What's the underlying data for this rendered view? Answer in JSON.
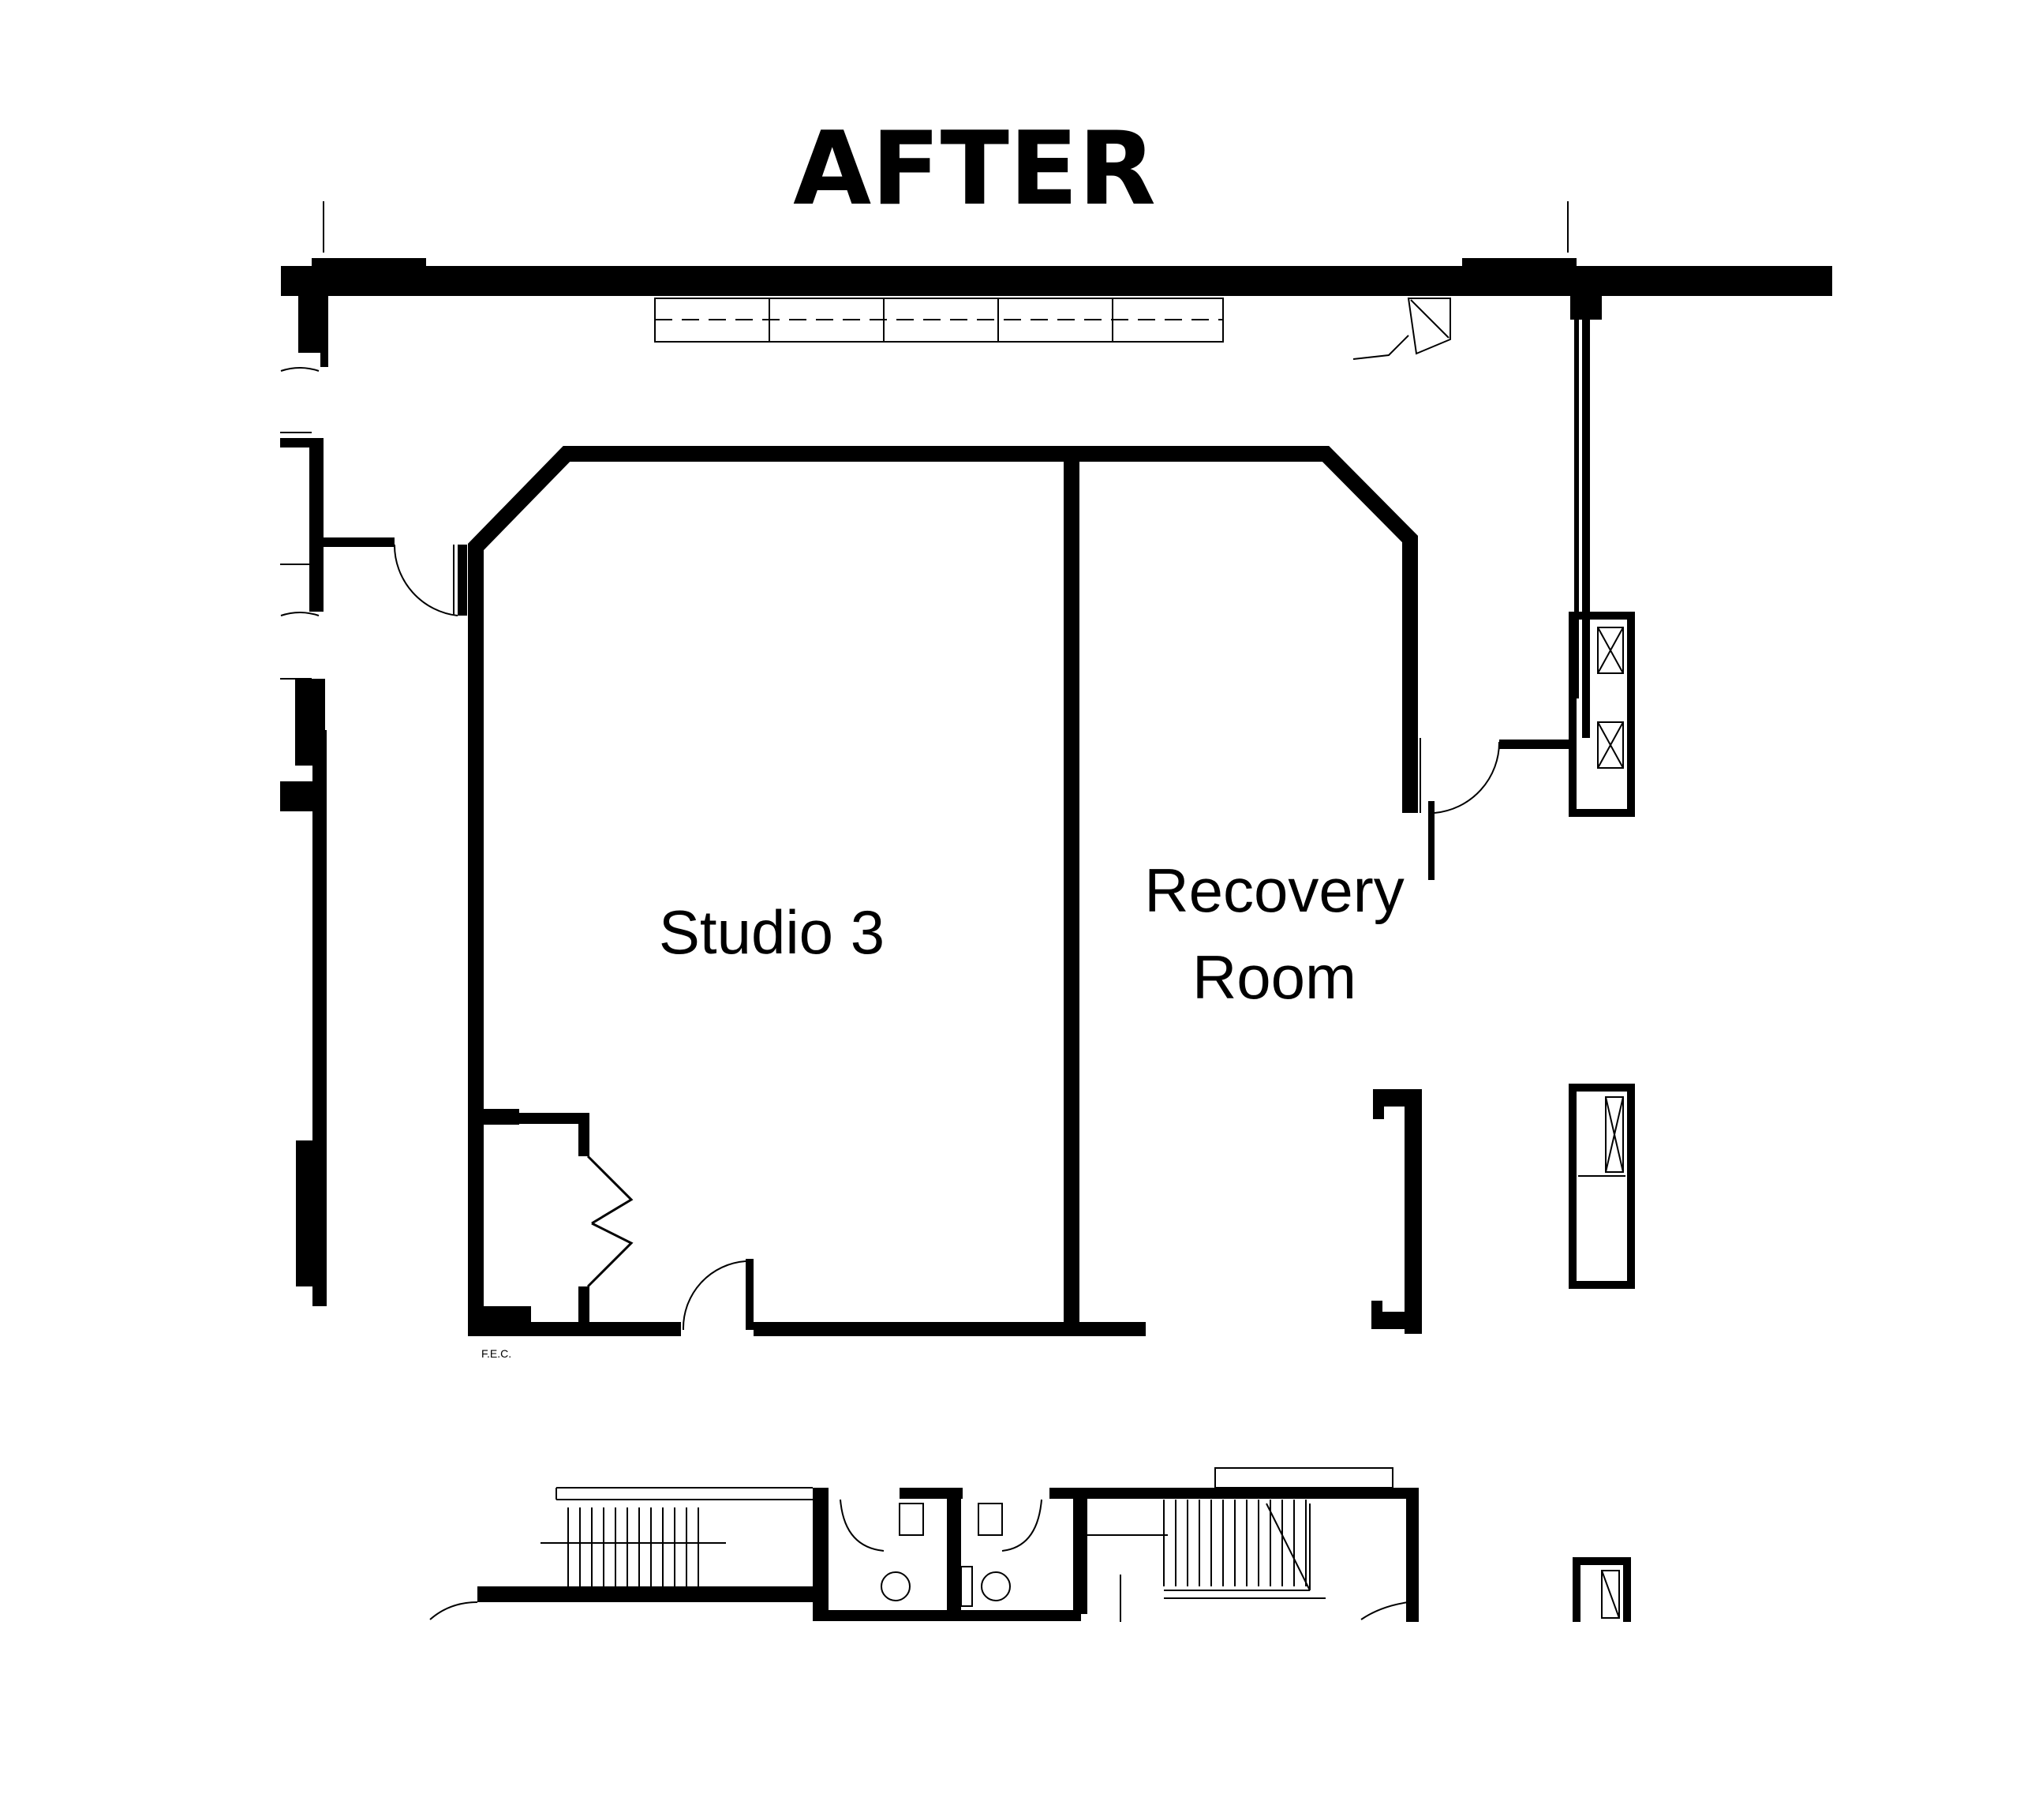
{
  "title": "AFTER",
  "rooms": {
    "studio": "Studio 3",
    "recovery_line1": "Recovery",
    "recovery_line2": "Room"
  },
  "notes": {
    "fec": "F.E.C."
  },
  "colors": {
    "wall": "#000000",
    "background": "#ffffff",
    "line": "#000000"
  }
}
